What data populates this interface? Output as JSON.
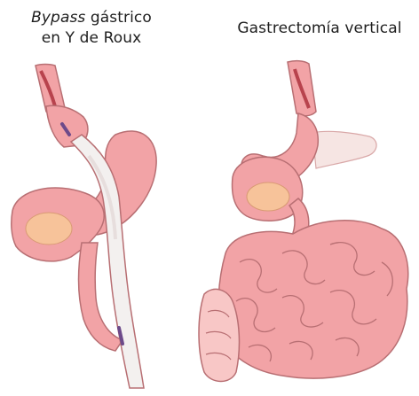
{
  "panels": [
    {
      "caption_italic": "Bypass",
      "caption_rest": " gástrico",
      "caption_line2": "en Y de Roux"
    },
    {
      "caption": "Gastrectomía vertical"
    }
  ],
  "colors": {
    "tissue": "#f2a3a6",
    "tissue_light": "#f8c7c6",
    "outline": "#b86f73",
    "esophagus_dark": "#b8434d",
    "pancreas": "#f7c39a",
    "sleeve_tube": "#f3f0ef",
    "vein": "#6d4a8a"
  }
}
